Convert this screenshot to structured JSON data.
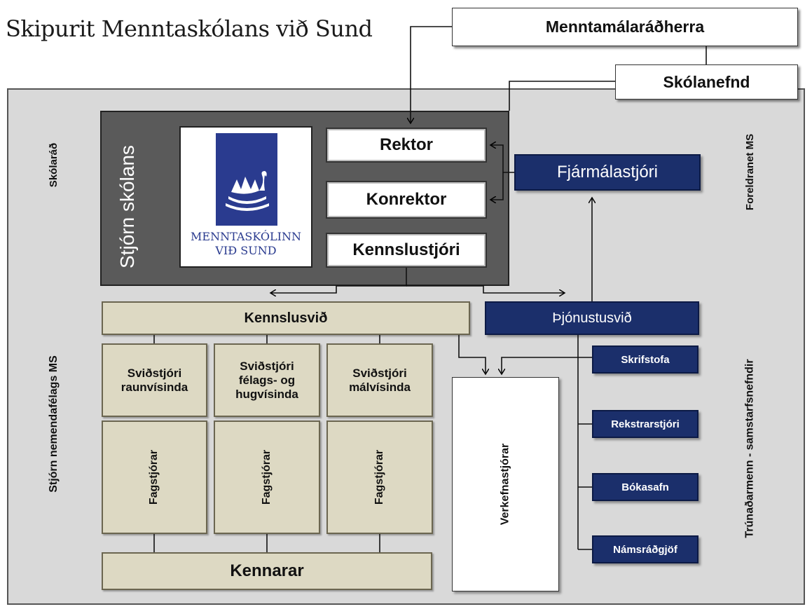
{
  "title": "Skipurit Menntaskólans við Sund",
  "top": {
    "minister": "Menntamálaráðherra",
    "committee": "Skólanefnd"
  },
  "board": {
    "label": "Stjórn skólans",
    "logo": {
      "line1": "MENNTASKÓLINN",
      "line2": "VIÐ SUND"
    },
    "rektor": "Rektor",
    "konrektor": "Konrektor",
    "kennslustjori": "Kennslustjóri"
  },
  "side": {
    "left_top": "Skólaráð",
    "left_bottom": "Stjórn nemendafélags MS",
    "right_top": "Foreldranet MS",
    "right_bottom": "Trúnaðarmenn - samstarfsnefndir"
  },
  "finance": "Fjármálastjóri",
  "teaching": {
    "division": "Kennslusvið",
    "heads": [
      {
        "line1": "Sviðstjóri",
        "line2": "raunvísinda",
        "line3": ""
      },
      {
        "line1": "Sviðstjóri",
        "line2": "félags- og",
        "line3": "hugvísinda"
      },
      {
        "line1": "Sviðstjóri",
        "line2": "málvísinda",
        "line3": ""
      }
    ],
    "subject_heads": [
      "Fagstjórar",
      "Fagstjórar",
      "Fagstjórar"
    ],
    "teachers": "Kennarar"
  },
  "projects": "Verkefnastjórar",
  "service": {
    "division": "Þjónustusvið",
    "units": [
      "Skrifstofa",
      "Rekstrarstjóri",
      "Bókasafn",
      "Námsráðgjöf"
    ]
  },
  "colors": {
    "navy": "#1b2f6b",
    "tan": "#ddd9c3",
    "panel": "#d9d9d9",
    "board": "#5a5a5a"
  }
}
